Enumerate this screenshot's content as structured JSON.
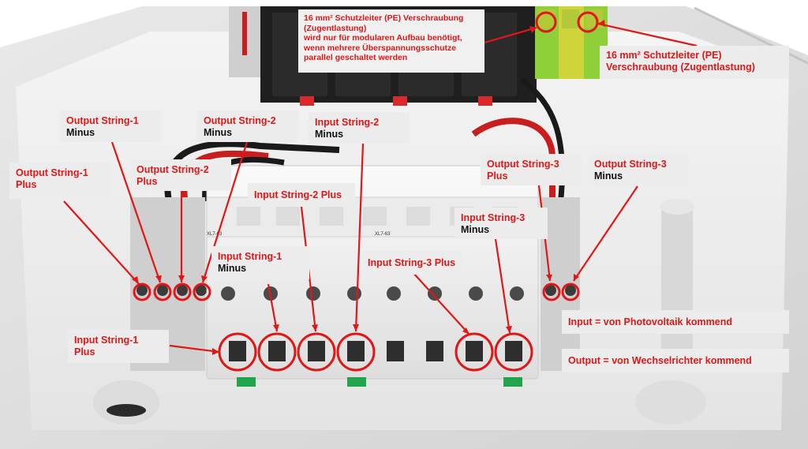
{
  "labels": {
    "pe_note": {
      "line1": "16 mm² Schutzleiter (PE) Verschraubung (Zugentlastung)",
      "line2": "wird nur für modularen Aufbau benötigt, wenn mehrere Überspannungsschutze parallel geschaltet werden"
    },
    "pe_right": {
      "line1": "16 mm² Schutzleiter (PE)",
      "line2": "Verschraubung (Zugentlastung)"
    },
    "out1_minus": {
      "red": "Output String-1",
      "black": "Minus"
    },
    "out2_minus": {
      "red": "Output String-2",
      "black": "Minus"
    },
    "in2_minus": {
      "red": "Input String-2",
      "black": "Minus"
    },
    "out1_plus": {
      "red": "Output String-1",
      "red2": "Plus"
    },
    "out2_plus": {
      "red": "Output String-2",
      "red2": "Plus"
    },
    "in2_plus": {
      "red": "Input String-2 Plus"
    },
    "out3_plus": {
      "red": "Output String-3",
      "red2": "Plus"
    },
    "out3_minus": {
      "red": "Output String-3",
      "black": "Minus"
    },
    "in3_minus": {
      "red": "Input String-3",
      "black": "Minus"
    },
    "in1_minus": {
      "red": "Input String-1",
      "black": "Minus"
    },
    "in3_plus": {
      "red": "Input String-3 Plus"
    },
    "in1_plus": {
      "red": "Input String-1",
      "red2": "Plus"
    },
    "legend_input": "Input = von Photovoltaik kommend",
    "legend_output": "Output = von Wechselrichter kommend"
  },
  "device_print": {
    "model_left": "XL7-63",
    "model_right": "XL7-63"
  },
  "colors": {
    "annotation_red": "#e11717",
    "label_background": "#ececec",
    "pe_terminal_green": "#8fcf3a",
    "pe_terminal_yellow": "#d9d93a",
    "cable_red": "#c81e1e",
    "cable_black": "#1a1a1a",
    "device_body": "#f2f2f2"
  }
}
